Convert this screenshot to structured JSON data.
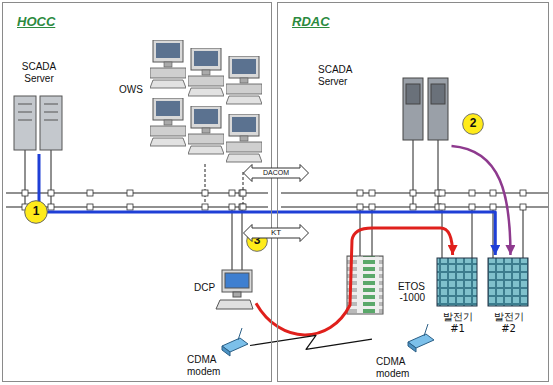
{
  "diagram": {
    "nodes": [
      {
        "text": [
          "HOCC"
        ]
      },
      {
        "text": [
          "SCADA Server"
        ],
        "in": 0
      },
      {
        "text": [
          "OWS"
        ],
        "in": 0
      },
      {
        "text": [
          "DCP"
        ],
        "in": 0
      },
      {
        "text": [
          "CDMA modem"
        ],
        "in": 0
      },
      {
        "text": [
          "1"
        ],
        "in": 0
      },
      {
        "text": [
          "3"
        ],
        "in": 0
      },
      {
        "text": [
          "RDAC"
        ]
      },
      {
        "text": [
          "SCADA Server"
        ],
        "in": 7
      },
      {
        "text": [
          "ETOS -1000"
        ],
        "in": 7
      },
      {
        "text": [
          "CDMA modem"
        ],
        "in": 7
      },
      {
        "text": [
          "발전기 #1"
        ],
        "in": 7
      },
      {
        "text": [
          "발전기 #2"
        ],
        "in": 7
      },
      {
        "text": [
          "2"
        ],
        "in": 7
      },
      {
        "text": [
          "DACOM"
        ]
      },
      {
        "text": [
          "KT"
        ]
      }
    ],
    "edges": [
      {
        "from": 1,
        "to": 12,
        "arrow": "to"
      },
      {
        "from": 8,
        "to": 12,
        "arrow": "to"
      },
      {
        "from": 3,
        "to": 11,
        "arrow": "to"
      },
      {
        "from": 4,
        "to": 10,
        "arrow": "none"
      }
    ]
  }
}
